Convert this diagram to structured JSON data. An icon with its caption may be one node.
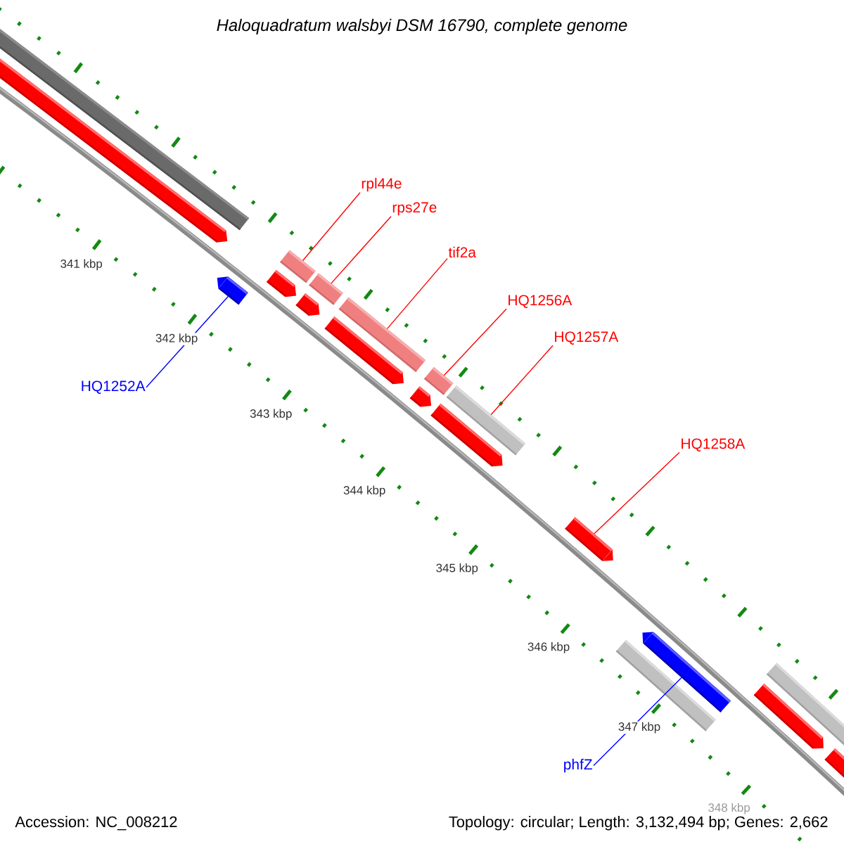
{
  "diagram": {
    "title": "Haloquadratum walsbyi DSM 16790, complete genome",
    "nodes": [
      {
        "text": [
          "rpl44e"
        ]
      },
      {
        "text": [
          "rps27e"
        ]
      },
      {
        "text": [
          "tif2a"
        ]
      },
      {
        "text": [
          "HQ1256A"
        ]
      },
      {
        "text": [
          "HQ1257A"
        ]
      },
      {
        "text": [
          "HQ1252A"
        ]
      },
      {
        "text": [
          "HQ1258A"
        ]
      },
      {
        "text": [
          "phfZ"
        ]
      },
      {
        "text": [],
        "shape": "arrow"
      },
      {
        "text": [],
        "shape": "bar"
      },
      {
        "text": [],
        "shape": "bar"
      },
      {
        "text": [],
        "shape": "bar"
      },
      {
        "text": [],
        "shape": "bar"
      },
      {
        "text": [],
        "shape": "bar"
      },
      {
        "text": [],
        "shape": "arrow"
      },
      {
        "text": [],
        "shape": "arrow"
      }
    ],
    "edges": [
      {
        "from": 0,
        "to": 9,
        "arrow": "none"
      },
      {
        "from": 1,
        "to": 10,
        "arrow": "none"
      },
      {
        "from": 2,
        "to": 11,
        "arrow": "none"
      },
      {
        "from": 3,
        "to": 12,
        "arrow": "none"
      },
      {
        "from": 4,
        "to": 13,
        "arrow": "none"
      },
      {
        "from": 5,
        "to": 8,
        "arrow": "none",
        "color": "#0000ff"
      },
      {
        "from": 6,
        "to": 14,
        "arrow": "none"
      },
      {
        "from": 7,
        "to": 15,
        "arrow": "none",
        "color": "#0000ff"
      }
    ],
    "labels": [
      "341 kbp",
      "342 kbp",
      "343 kbp",
      "344 kbp",
      "345 kbp",
      "346 kbp",
      "347 kbp",
      "348 kbp",
      "Accession: NC_008212",
      "Topology: circular; Length: 3,132,494 bp; Genes: 2,662"
    ]
  }
}
